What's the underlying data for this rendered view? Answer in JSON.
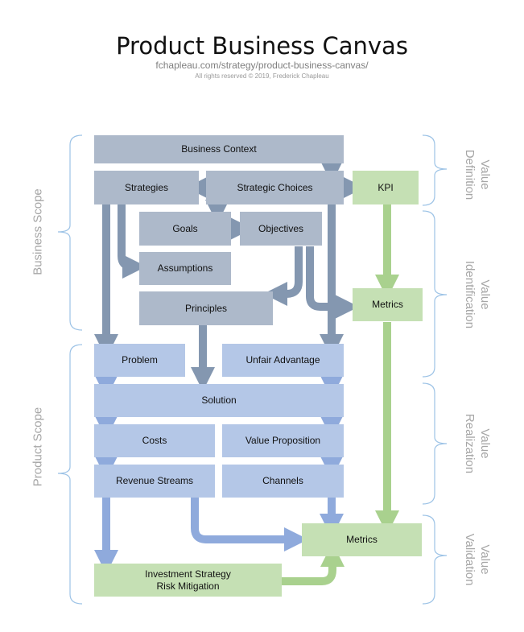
{
  "header": {
    "title": "Product Business Canvas",
    "url": "fchapleau.com/strategy/product-business-canvas/",
    "rights": "All rights reserved  © 2019, Frederick  Chapleau"
  },
  "scopes": {
    "business": "Business Scope",
    "product": "Product Scope"
  },
  "value_stages": {
    "definition": "Value\nDefinition",
    "identification": "Value\nIdentification",
    "realization": "Value\nRealization",
    "validation": "Value\nValidation"
  },
  "boxes": {
    "business_context": "Business Context",
    "strategies": "Strategies",
    "strategic_choices": "Strategic Choices",
    "kpi": "KPI",
    "goals": "Goals",
    "objectives": "Objectives",
    "assumptions": "Assumptions",
    "principles": "Principles",
    "metrics_identification": "Metrics",
    "problem": "Problem",
    "unfair_advantage": "Unfair Advantage",
    "solution": "Solution",
    "costs": "Costs",
    "value_proposition": "Value Proposition",
    "revenue_streams": "Revenue Streams",
    "channels": "Channels",
    "metrics_validation": "Metrics",
    "investment_strategy": "Investment Strategy\nRisk Mitigation"
  },
  "colors": {
    "business_box": "#adb9ca",
    "business_arrow": "#8497b0",
    "product_box": "#b4c7e7",
    "product_arrow": "#8faadc",
    "value_box": "#c5e0b4",
    "value_arrow": "#a9d18e",
    "bracket": "#9dc3e6",
    "label": "#a6a6a6"
  }
}
